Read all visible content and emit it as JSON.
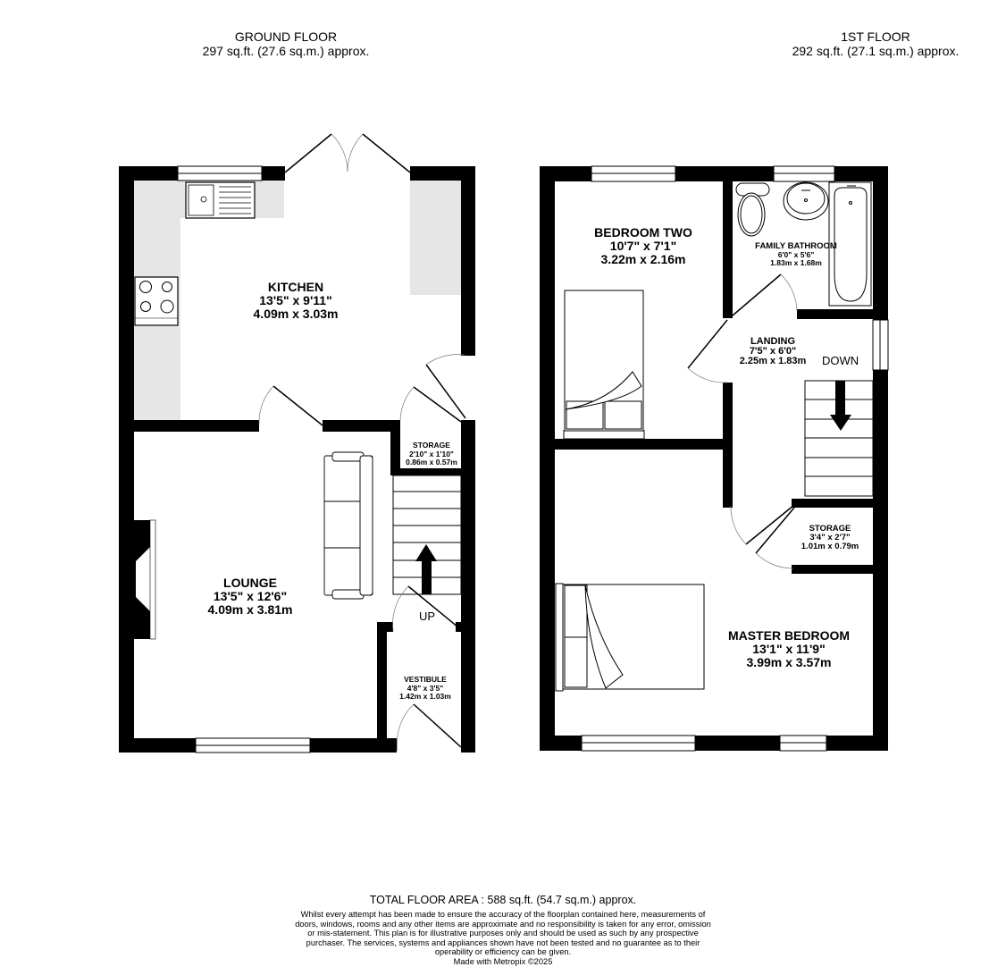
{
  "ground_floor": {
    "title": "GROUND FLOOR",
    "area": "297 sq.ft. (27.6 sq.m.) approx.",
    "rooms": {
      "kitchen": {
        "name": "KITCHEN",
        "imperial": "13'5\"  x 9'11\"",
        "metric": "4.09m  x 3.03m"
      },
      "lounge": {
        "name": "LOUNGE",
        "imperial": "13'5\"  x 12'6\"",
        "metric": "4.09m  x 3.81m"
      },
      "storage": {
        "name": "STORAGE",
        "imperial": "2'10\"  x 1'10\"",
        "metric": "0.86m  x 0.57m"
      },
      "vestibule": {
        "name": "VESTIBULE",
        "imperial": "4'8\"  x 3'5\"",
        "metric": "1.42m  x 1.03m"
      }
    },
    "stairs_label": "UP"
  },
  "first_floor": {
    "title": "1ST FLOOR",
    "area": "292 sq.ft. (27.1 sq.m.) approx.",
    "rooms": {
      "bedroom_two": {
        "name": "BEDROOM TWO",
        "imperial": "10'7\"  x 7'1\"",
        "metric": "3.22m  x 2.16m"
      },
      "family_bathroom": {
        "name": "FAMILY BATHROOM",
        "imperial": "6'0\"  x 5'6\"",
        "metric": "1.83m  x 1.68m"
      },
      "landing": {
        "name": "LANDING",
        "imperial": "7'5\"  x 6'0\"",
        "metric": "2.25m  x 1.83m"
      },
      "storage": {
        "name": "STORAGE",
        "imperial": "3'4\"  x 2'7\"",
        "metric": "1.01m  x 0.79m"
      },
      "master_bedroom": {
        "name": "MASTER BEDROOM",
        "imperial": "13'1\"  x 11'9\"",
        "metric": "3.99m  x 3.57m"
      }
    },
    "stairs_label": "DOWN"
  },
  "footer": {
    "total": "TOTAL FLOOR AREA : 588 sq.ft. (54.7 sq.m.) approx.",
    "disclaimer": "Whilst every attempt has been made to ensure the accuracy of the floorplan contained here, measurements of doors, windows, rooms and any other items are approximate and no responsibility is taken for any error, omission or mis-statement. This plan is for illustrative purposes only and should be used as such by any prospective purchaser. The services, systems and appliances shown have not been tested and no guarantee as to their operability or efficiency can be given.",
    "credit": "Made with Metropix ©2025"
  },
  "colors": {
    "wall": "#000000",
    "counter": "#e6e6e6",
    "window": "#ffffff"
  }
}
